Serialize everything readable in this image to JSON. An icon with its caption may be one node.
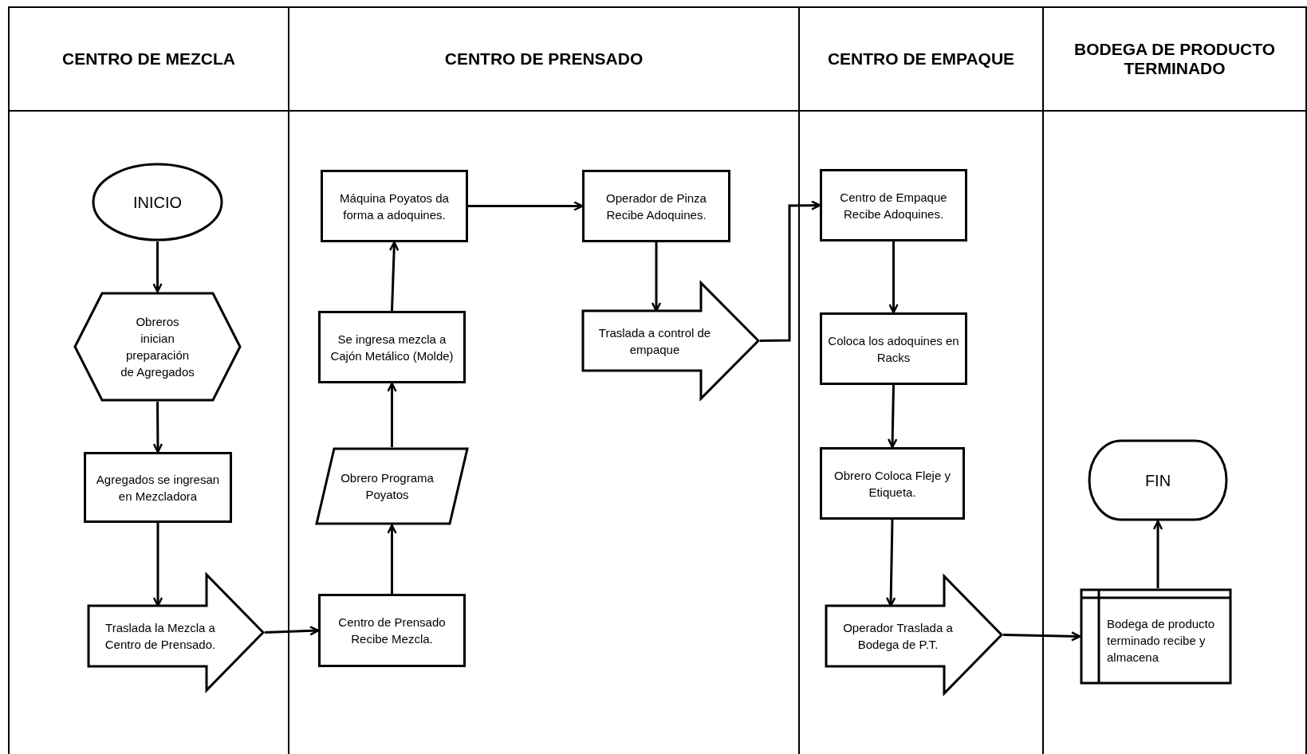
{
  "diagram": {
    "nodes": [
      {
        "text": [
          "CENTRO DE MEZCLA"
        ]
      },
      {
        "text": [
          "CENTRO DE PRENSADO"
        ]
      },
      {
        "text": [
          "CENTRO DE EMPAQUE"
        ]
      },
      {
        "text": [
          "BODEGA DE PRODUCTO TERMINADO"
        ]
      },
      {
        "text": [
          "INICIO"
        ],
        "in": 0
      },
      {
        "text": [
          "Obreros inician preparación de Agregados"
        ],
        "in": 0
      },
      {
        "text": [
          "Agregados se ingresan en Mezcladora"
        ],
        "in": 0
      },
      {
        "text": [
          "Traslada la Mezcla a Centro de Prensado."
        ],
        "in": 0
      },
      {
        "text": [
          "Centro de Prensado Recibe Mezcla."
        ],
        "in": 1
      },
      {
        "text": [
          "Obrero Programa Poyatos"
        ],
        "in": 1
      },
      {
        "text": [
          "Se ingresa mezcla a Cajón Metálico (Molde)"
        ],
        "in": 1
      },
      {
        "text": [
          "Máquina Poyatos da forma a adoquines."
        ],
        "in": 1
      },
      {
        "text": [
          "Operador de Pinza Recibe Adoquines."
        ],
        "in": 1
      },
      {
        "text": [
          "Traslada a control de empaque"
        ],
        "in": 1
      },
      {
        "text": [
          "Centro de Empaque Recibe Adoquines."
        ],
        "in": 2
      },
      {
        "text": [
          "Coloca los adoquines en Racks"
        ],
        "in": 2
      },
      {
        "text": [
          "Obrero Coloca Fleje y Etiqueta."
        ],
        "in": 2
      },
      {
        "text": [
          "Operador Traslada a Bodega de P.T."
        ],
        "in": 2
      },
      {
        "text": [
          "Bodega de producto terminado recibe y almacena"
        ],
        "in": 3
      },
      {
        "text": [
          "FIN"
        ],
        "in": 3
      }
    ],
    "edges": [
      {
        "from": 4,
        "to": 5,
        "arrow": "to"
      },
      {
        "from": 5,
        "to": 6,
        "arrow": "to"
      },
      {
        "from": 6,
        "to": 7,
        "arrow": "to"
      },
      {
        "from": 7,
        "to": 8,
        "arrow": "to"
      },
      {
        "from": 8,
        "to": 9,
        "arrow": "to"
      },
      {
        "from": 9,
        "to": 10,
        "arrow": "to"
      },
      {
        "from": 10,
        "to": 11,
        "arrow": "to"
      },
      {
        "from": 11,
        "to": 12,
        "arrow": "to"
      },
      {
        "from": 12,
        "to": 13,
        "arrow": "to"
      },
      {
        "from": 13,
        "to": 14,
        "arrow": "to"
      },
      {
        "from": 14,
        "to": 15,
        "arrow": "to"
      },
      {
        "from": 15,
        "to": 16,
        "arrow": "to"
      },
      {
        "from": 16,
        "to": 17,
        "arrow": "to"
      },
      {
        "from": 17,
        "to": 18,
        "arrow": "to"
      },
      {
        "from": 18,
        "to": 19,
        "arrow": "to"
      }
    ]
  }
}
